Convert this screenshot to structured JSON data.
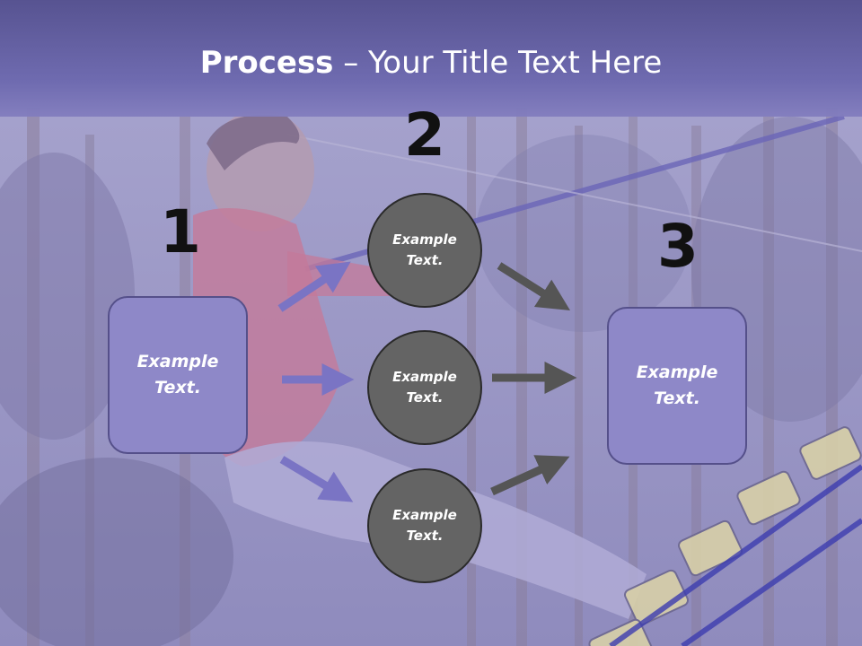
{
  "title": {
    "bold": "Process",
    "rest": " – Your Title Text Here"
  },
  "numbers": [
    "1",
    "2",
    "3"
  ],
  "left_box": {
    "line1": "Example",
    "line2": "Text."
  },
  "right_box": {
    "line1": "Example",
    "line2": "Text."
  },
  "circles": [
    {
      "line1": "Example",
      "line2": "Text."
    },
    {
      "line1": "Example",
      "line2": "Text."
    },
    {
      "line1": "Example",
      "line2": "Text."
    }
  ],
  "colors": {
    "title_bar": "#6f6bb0",
    "box_fill": "#8e88c8",
    "circle_fill": "#646464",
    "left_arrow": "#7a74c4",
    "right_arrow": "#555555"
  }
}
